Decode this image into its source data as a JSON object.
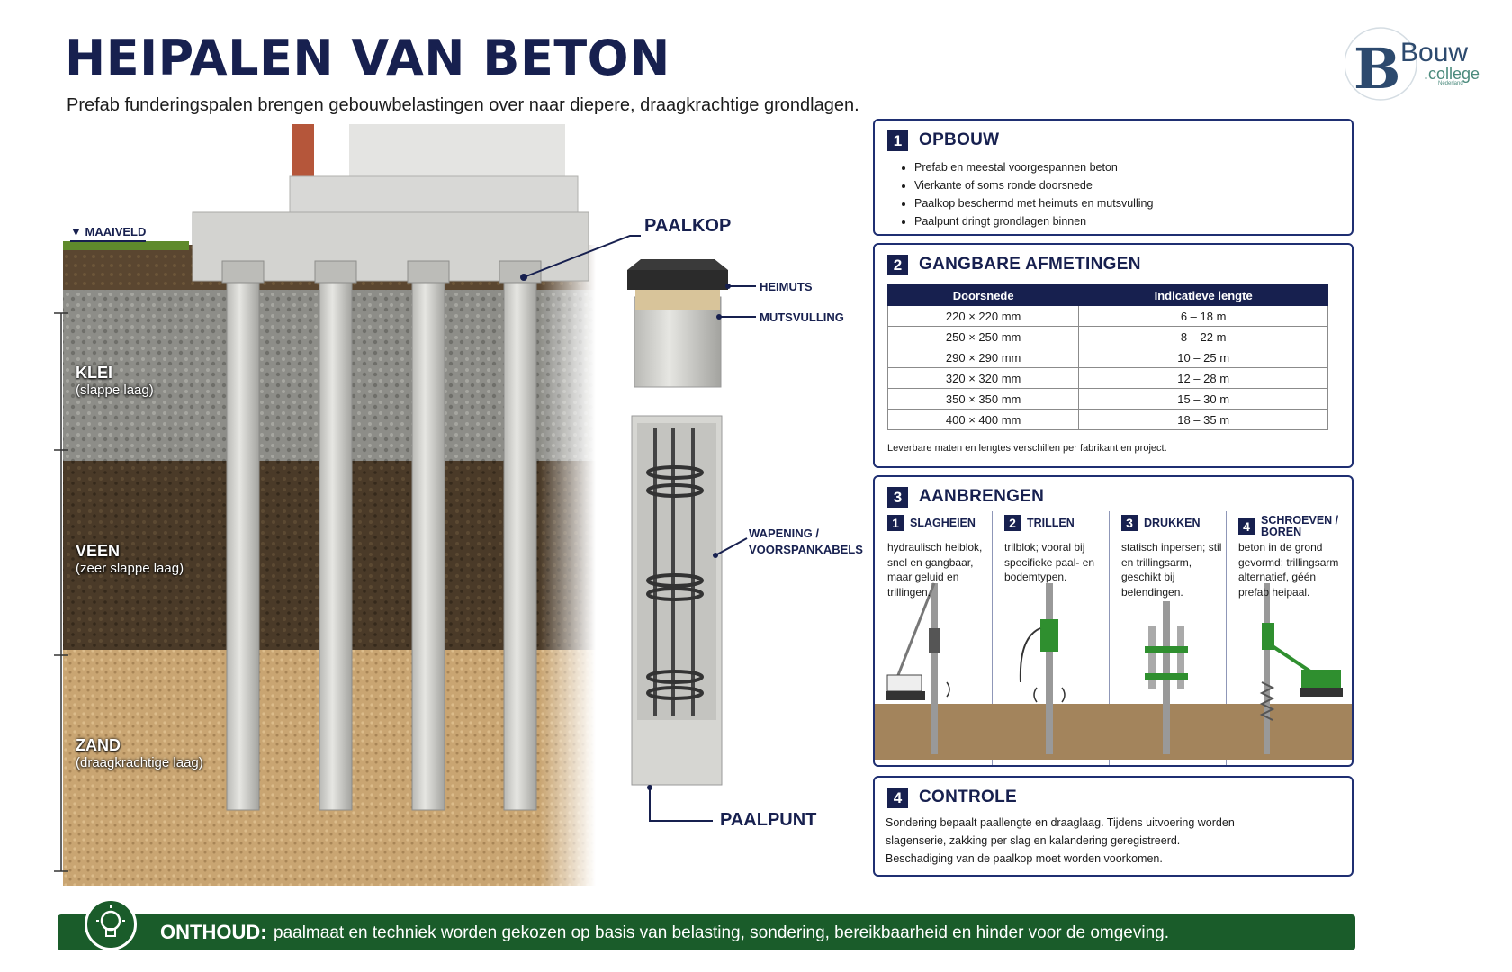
{
  "header": {
    "title": "HEIPALEN VAN BETON",
    "subtitle": "Prefab funderingspalen brengen gebouwbelastingen over naar diepere, draagkrachtige grondlagen."
  },
  "logo": {
    "letter": "B",
    "brand": "Bouw",
    "sub": ".college",
    "tiny": "Nederland"
  },
  "illustration": {
    "maaiveld": "MAAIVELD",
    "layers": [
      {
        "name": "KLEI",
        "desc": "(slappe laag)"
      },
      {
        "name": "VEEN",
        "desc": "(zeer slappe laag)"
      },
      {
        "name": "ZAND",
        "desc": "(draagkrachtige laag)"
      }
    ],
    "labels": {
      "paalkop": "PAALKOP",
      "heimuts": "HEIMUTS",
      "mutsvulling": "MUTSVULLING",
      "wapening_line1": "WAPENING /",
      "wapening_line2": "VOORSPANKABELS",
      "paalpunt": "PAALPUNT"
    }
  },
  "panels": {
    "opbouw": {
      "number": "1",
      "title": "OPBOUW",
      "items": [
        "Prefab en meestal voorgespannen beton",
        "Vierkante of soms ronde doorsnede",
        "Paalkop beschermd met heimuts en mutsvulling",
        "Paalpunt dringt grondlagen binnen"
      ]
    },
    "afmetingen": {
      "number": "2",
      "title": "GANGBARE AFMETINGEN",
      "columns": [
        "Doorsnede",
        "Indicatieve lengte"
      ],
      "rows": [
        [
          "220 × 220 mm",
          "6 – 18 m"
        ],
        [
          "250 × 250 mm",
          "8 – 22 m"
        ],
        [
          "290 × 290 mm",
          "10 – 25 m"
        ],
        [
          "320 × 320 mm",
          "12 – 28 m"
        ],
        [
          "350 × 350 mm",
          "15 – 30 m"
        ],
        [
          "400 × 400 mm",
          "18 – 35 m"
        ]
      ],
      "note": "Leverbare maten en lengtes verschillen per fabrikant en project."
    },
    "aanbrengen": {
      "number": "3",
      "title": "AANBRENGEN",
      "methods": [
        {
          "number": "1",
          "title_line1": "SLAGHEIEN",
          "title_line2": "",
          "desc": "hydraulisch heiblok, snel en gangbaar, maar geluid en trillingen."
        },
        {
          "number": "2",
          "title_line1": "TRILLEN",
          "title_line2": "",
          "desc": "trilblok; vooral bij specifieke paal- en bodemtypen."
        },
        {
          "number": "3",
          "title_line1": "DRUKKEN",
          "title_line2": "",
          "desc": "statisch inpersen; stil en trillingsarm, geschikt bij belendingen."
        },
        {
          "number": "4",
          "title_line1": "SCHROEVEN /",
          "title_line2": "BOREN",
          "desc": "beton in de grond gevormd; trillingsarm alternatief, géén prefab heipaal."
        }
      ]
    },
    "controle": {
      "number": "4",
      "title": "CONTROLE",
      "lines": [
        "Sondering bepaalt paallengte en draaglaag. Tijdens uitvoering worden",
        "slagenserie, zakking per slag en kalandering geregistreerd.",
        "Beschadiging van de paalkop moet worden voorkomen."
      ]
    }
  },
  "banner": {
    "title": "ONTHOUD:",
    "text": "paalmaat en techniek worden gekozen op basis van belasting, sondering, bereikbaarheid en hinder voor de omgeving."
  },
  "colors": {
    "navy": "#17204f",
    "banner_green": "#1a5c2a",
    "machine_green": "#2f8f2f"
  }
}
